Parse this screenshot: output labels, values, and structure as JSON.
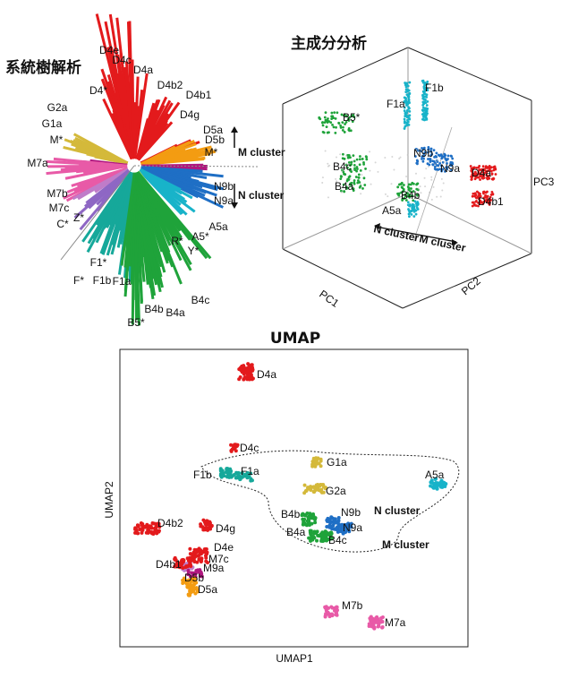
{
  "chart_data": [
    {
      "type": "other",
      "title": "系統樹解析",
      "description": "unrooted phylogenetic tree",
      "clades": [
        {
          "label": "D4e",
          "color": "#e31a1c"
        },
        {
          "label": "D4c",
          "color": "#e31a1c"
        },
        {
          "label": "D4a",
          "color": "#e31a1c"
        },
        {
          "label": "D4*",
          "color": "#e31a1c"
        },
        {
          "label": "D4b2",
          "color": "#e31a1c"
        },
        {
          "label": "D4b1",
          "color": "#e31a1c"
        },
        {
          "label": "D4g",
          "color": "#e31a1c"
        },
        {
          "label": "G2a",
          "color": "#d4b93a"
        },
        {
          "label": "G1a",
          "color": "#d4b93a"
        },
        {
          "label": "M*",
          "color": "#b0177f"
        },
        {
          "label": "D5a",
          "color": "#f39c12"
        },
        {
          "label": "D5b",
          "color": "#f39c12"
        },
        {
          "label": "M*",
          "color": "#b0177f"
        },
        {
          "label": "M7a",
          "color": "#e85aa7"
        },
        {
          "label": "M7b",
          "color": "#e85aa7"
        },
        {
          "label": "M7c",
          "color": "#c07cc9"
        },
        {
          "label": "C*",
          "color": "#8e67c4"
        },
        {
          "label": "Z*",
          "color": "#8e67c4"
        },
        {
          "label": "N9b",
          "color": "#1f6fc5"
        },
        {
          "label": "N9a",
          "color": "#1f6fc5"
        },
        {
          "label": "R*",
          "color": "#8fd14f"
        },
        {
          "label": "A5*",
          "color": "#18b3c9"
        },
        {
          "label": "A5a",
          "color": "#18b3c9"
        },
        {
          "label": "Y*",
          "color": "#9ad36a"
        },
        {
          "label": "F1*",
          "color": "#16a89a"
        },
        {
          "label": "F*",
          "color": "#16a89a"
        },
        {
          "label": "F1b",
          "color": "#16a89a"
        },
        {
          "label": "F1a",
          "color": "#16a89a"
        },
        {
          "label": "B4c",
          "color": "#1fa33a"
        },
        {
          "label": "B4b",
          "color": "#1fa33a"
        },
        {
          "label": "B4a",
          "color": "#1fa33a"
        },
        {
          "label": "B5*",
          "color": "#1fa33a"
        }
      ],
      "annotations": [
        "M cluster",
        "N cluster"
      ]
    },
    {
      "type": "scatter",
      "title": "主成分分析",
      "axes": [
        "PC1",
        "PC2",
        "PC3"
      ],
      "groups": [
        {
          "label": "F1b",
          "color": "#18b3c9"
        },
        {
          "label": "F1a",
          "color": "#18b3c9"
        },
        {
          "label": "B5*",
          "color": "#1fa33a"
        },
        {
          "label": "N9b",
          "color": "#1f6fc5"
        },
        {
          "label": "N9a",
          "color": "#1f6fc5"
        },
        {
          "label": "D4a",
          "color": "#e31a1c"
        },
        {
          "label": "D4b1",
          "color": "#e31a1c"
        },
        {
          "label": "B4c",
          "color": "#1fa33a"
        },
        {
          "label": "B4a",
          "color": "#1fa33a"
        },
        {
          "label": "B4b",
          "color": "#1fa33a"
        },
        {
          "label": "A5a",
          "color": "#18b3c9"
        }
      ],
      "annotations": [
        "N cluster",
        "M cluster"
      ]
    },
    {
      "type": "scatter",
      "title": "UMAP",
      "xlabel": "UMAP1",
      "ylabel": "UMAP2",
      "groups": [
        {
          "label": "D4a",
          "color": "#e31a1c"
        },
        {
          "label": "D4c",
          "color": "#e31a1c"
        },
        {
          "label": "F1b",
          "color": "#16a89a"
        },
        {
          "label": "F1a",
          "color": "#16a89a"
        },
        {
          "label": "G1a",
          "color": "#d4b93a"
        },
        {
          "label": "G2a",
          "color": "#d4b93a"
        },
        {
          "label": "A5a",
          "color": "#18b3c9"
        },
        {
          "label": "B4b",
          "color": "#1fa33a"
        },
        {
          "label": "N9b",
          "color": "#1f6fc5"
        },
        {
          "label": "B4a",
          "color": "#1fa33a"
        },
        {
          "label": "N9a",
          "color": "#1f6fc5"
        },
        {
          "label": "B4c",
          "color": "#1fa33a"
        },
        {
          "label": "D4b2",
          "color": "#e31a1c"
        },
        {
          "label": "D4g",
          "color": "#e31a1c"
        },
        {
          "label": "D4e",
          "color": "#e31a1c"
        },
        {
          "label": "M7c",
          "color": "#c07cc9"
        },
        {
          "label": "D4b1",
          "color": "#e31a1c"
        },
        {
          "label": "M9a",
          "color": "#b0177f"
        },
        {
          "label": "D5b",
          "color": "#f39c12"
        },
        {
          "label": "D5a",
          "color": "#f39c12"
        },
        {
          "label": "M7b",
          "color": "#e85aa7"
        },
        {
          "label": "M7a",
          "color": "#e85aa7"
        }
      ],
      "annotations": [
        "N cluster",
        "M cluster"
      ]
    }
  ]
}
